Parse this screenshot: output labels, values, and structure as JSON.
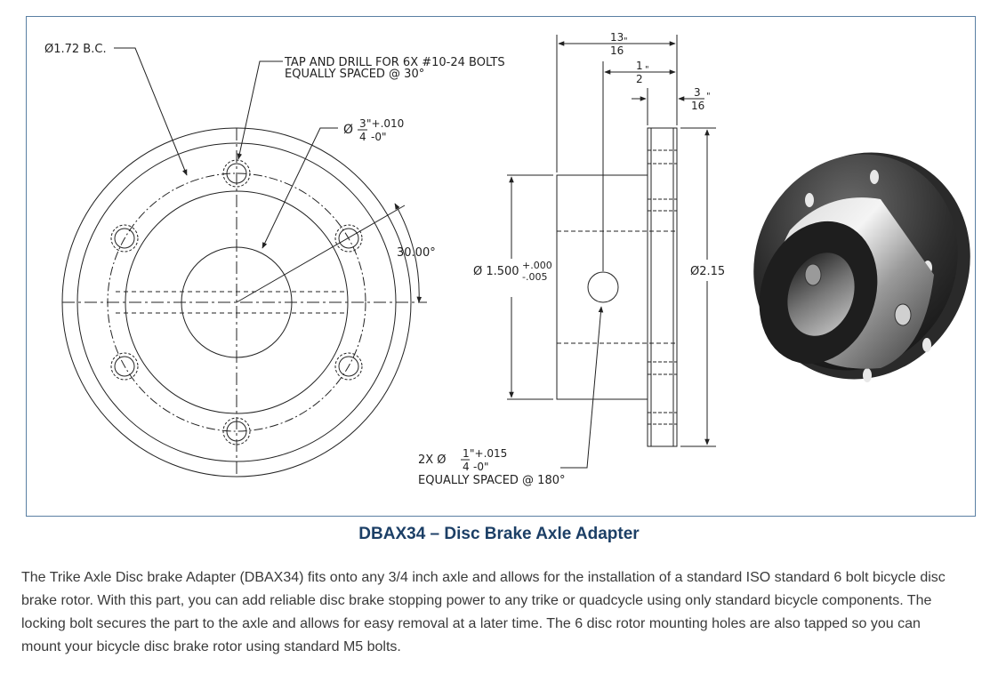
{
  "drawing": {
    "bolt_circle": "Ø1.72 B.C.",
    "tap_note_line1": "TAP AND DRILL FOR 6X #10-24 BOLTS",
    "tap_note_line2": "EQUALLY SPACED @ 30°",
    "bore_dia_symbol": "Ø",
    "bore_dia_num": "3",
    "bore_dia_den": "4",
    "bore_tol_plus": "\"+.010",
    "bore_tol_minus": "-0\"",
    "angle": "30.00°",
    "hub_dia": "Ø 1.500",
    "hub_tol_plus": "+.000",
    "hub_tol_minus": "-.005",
    "flange_dia": "Ø2.15",
    "overall_len_num": "13",
    "overall_len_den": "16",
    "half_num": "1",
    "half_den": "2",
    "flange_thk_num": "3",
    "flange_thk_den": "16",
    "inch_mark": "\"",
    "setscrew_prefix": "2X Ø",
    "setscrew_num": "1",
    "setscrew_den": "4",
    "setscrew_tol_plus": "\"+.015",
    "setscrew_tol_minus": "-0\"",
    "setscrew_spacing": "EQUALLY SPACED @ 180°"
  },
  "caption": "DBAX34 – Disc Brake Axle Adapter",
  "description": "The Trike Axle Disc brake Adapter (DBAX34) fits onto any 3/4 inch axle and allows for the installation of a standard ISO standard 6 bolt bicycle disc brake rotor. With this part, you can add reliable disc brake stopping power to any trike or quadcycle using only standard bicycle components. The locking bolt secures the part to the axle and allows for easy removal at a later time. The 6 disc rotor mounting holes are also tapped so you can mount your bicycle disc brake rotor using standard M5 bolts."
}
